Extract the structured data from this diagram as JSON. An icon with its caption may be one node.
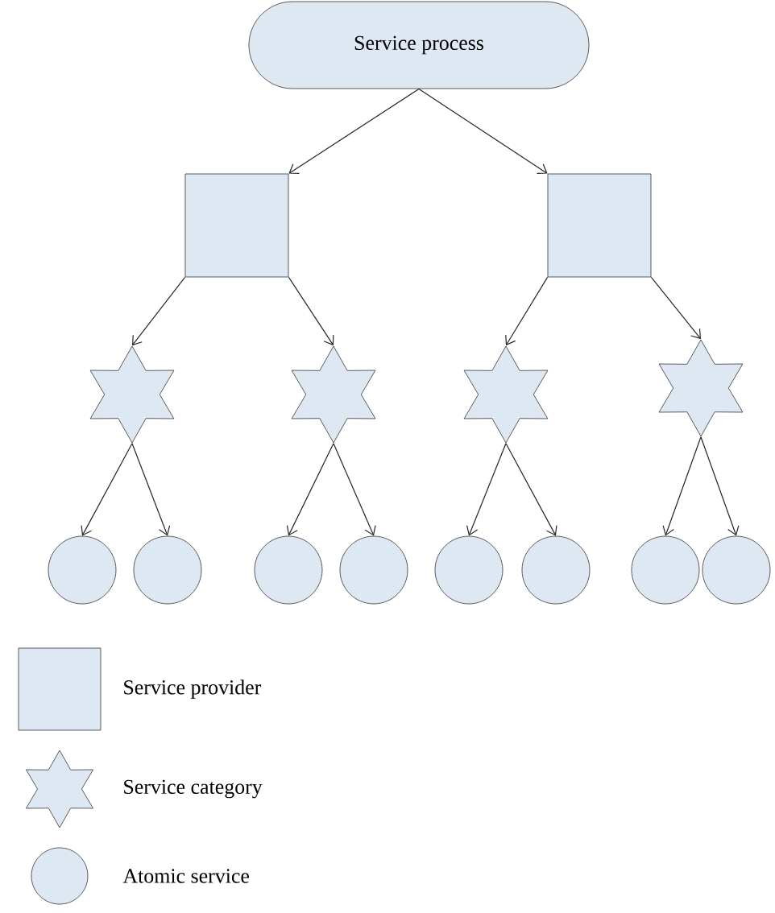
{
  "diagram": {
    "nodes": [
      {
        "text": [
          "Service process"
        ]
      },
      {
        "text": [],
        "shape": "box"
      },
      {
        "text": [],
        "shape": "box"
      },
      {
        "text": [],
        "shape": "star"
      },
      {
        "text": [],
        "shape": "star"
      },
      {
        "text": [],
        "shape": "star"
      },
      {
        "text": [],
        "shape": "star"
      },
      {
        "text": [],
        "shape": "circle"
      },
      {
        "text": [],
        "shape": "circle"
      },
      {
        "text": [],
        "shape": "circle"
      },
      {
        "text": [],
        "shape": "circle"
      },
      {
        "text": [],
        "shape": "circle"
      },
      {
        "text": [],
        "shape": "circle"
      },
      {
        "text": [],
        "shape": "circle"
      },
      {
        "text": [],
        "shape": "circle"
      }
    ],
    "edges": [
      {
        "from": 0,
        "to": 1,
        "arrow": "to"
      },
      {
        "from": 0,
        "to": 2,
        "arrow": "to"
      },
      {
        "from": 1,
        "to": 3,
        "arrow": "to"
      },
      {
        "from": 1,
        "to": 4,
        "arrow": "to"
      },
      {
        "from": 2,
        "to": 5,
        "arrow": "to"
      },
      {
        "from": 2,
        "to": 6,
        "arrow": "to"
      },
      {
        "from": 3,
        "to": 7,
        "arrow": "to"
      },
      {
        "from": 3,
        "to": 8,
        "arrow": "to"
      },
      {
        "from": 4,
        "to": 9,
        "arrow": "to"
      },
      {
        "from": 4,
        "to": 10,
        "arrow": "to"
      },
      {
        "from": 5,
        "to": 11,
        "arrow": "to"
      },
      {
        "from": 5,
        "to": 12,
        "arrow": "to"
      },
      {
        "from": 6,
        "to": 13,
        "arrow": "to"
      },
      {
        "from": 6,
        "to": 14,
        "arrow": "to"
      }
    ],
    "legend": [
      {
        "text": "Service provider"
      },
      {
        "text": "Service category"
      },
      {
        "text": "Atomic service"
      }
    ]
  }
}
